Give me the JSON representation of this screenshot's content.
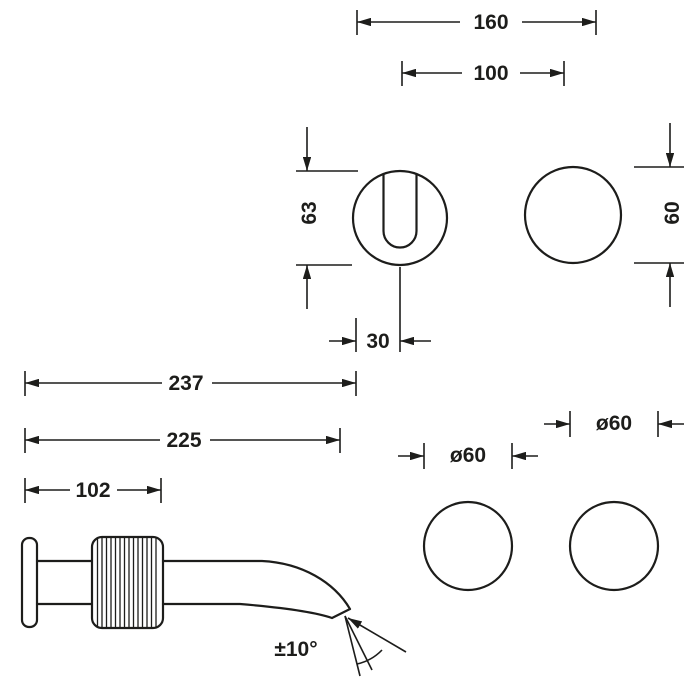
{
  "drawing": {
    "background": "#ffffff",
    "line_color": "#1d1d1b",
    "front_view": {
      "width_overall": "160",
      "width_centers": "100",
      "height_spout_rosette": "63",
      "height_handle_rosette": "60",
      "offset_spout": "30"
    },
    "side_view": {
      "projection_total": "237",
      "projection_spout": "225",
      "length_base": "102",
      "swivel_angle": "±10°"
    },
    "plan_view": {
      "diameter_left": "ø60",
      "diameter_right": "ø60"
    }
  }
}
